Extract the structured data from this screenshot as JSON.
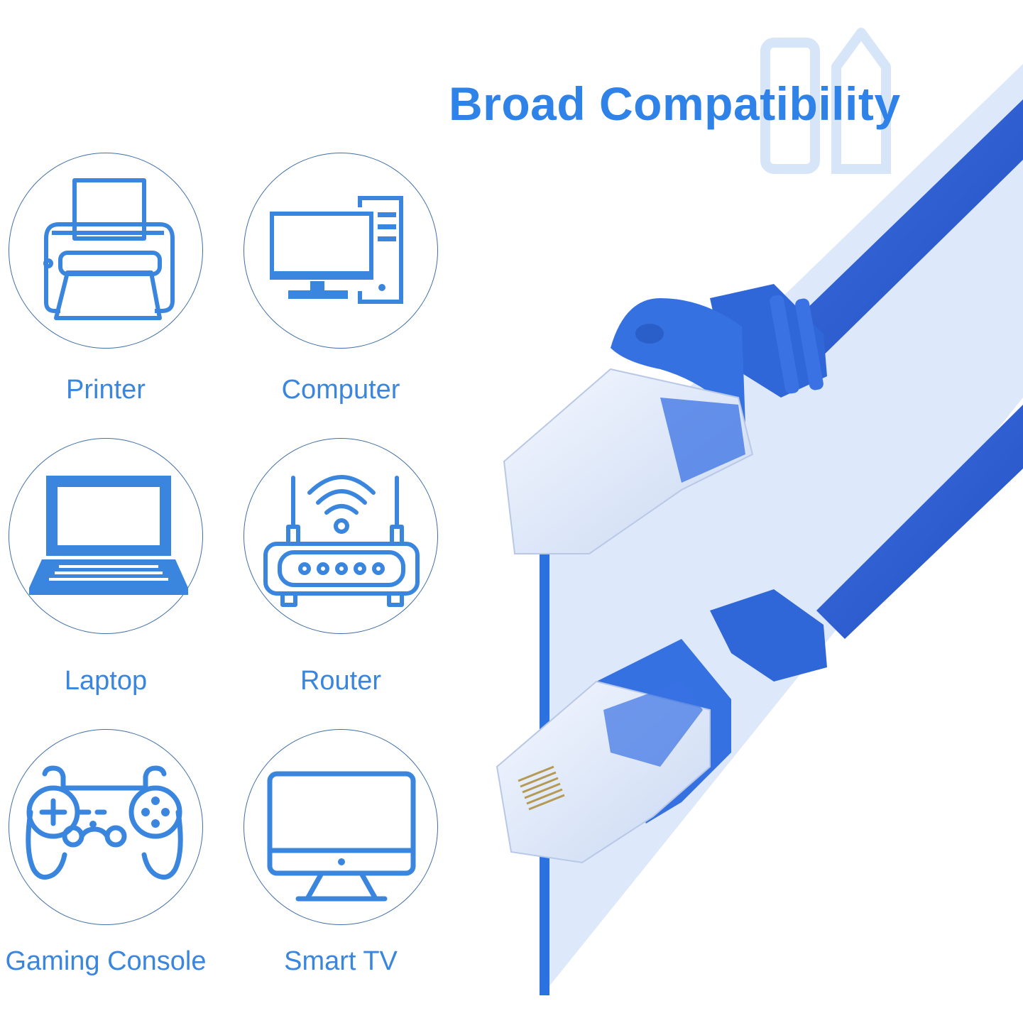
{
  "header": {
    "title": "Broad Compatibility"
  },
  "devices": [
    {
      "label": "Printer",
      "icon": "printer-icon"
    },
    {
      "label": "Computer",
      "icon": "desktop-computer-icon"
    },
    {
      "label": "Laptop",
      "icon": "laptop-icon"
    },
    {
      "label": "Router",
      "icon": "wifi-router-icon"
    },
    {
      "label": "Gaming Console",
      "icon": "gamepad-icon"
    },
    {
      "label": "Smart TV",
      "icon": "monitor-tv-icon"
    }
  ],
  "product": {
    "description": "Blue ethernet patch cable with two RJ45 connectors"
  },
  "colors": {
    "accent": "#2f82e8",
    "icon": "#3a86de",
    "cable": "#2b5fd0",
    "panel": "#dde9fa",
    "panel_edge": "#2b72e0",
    "circle_border": "#3f6fa8"
  }
}
